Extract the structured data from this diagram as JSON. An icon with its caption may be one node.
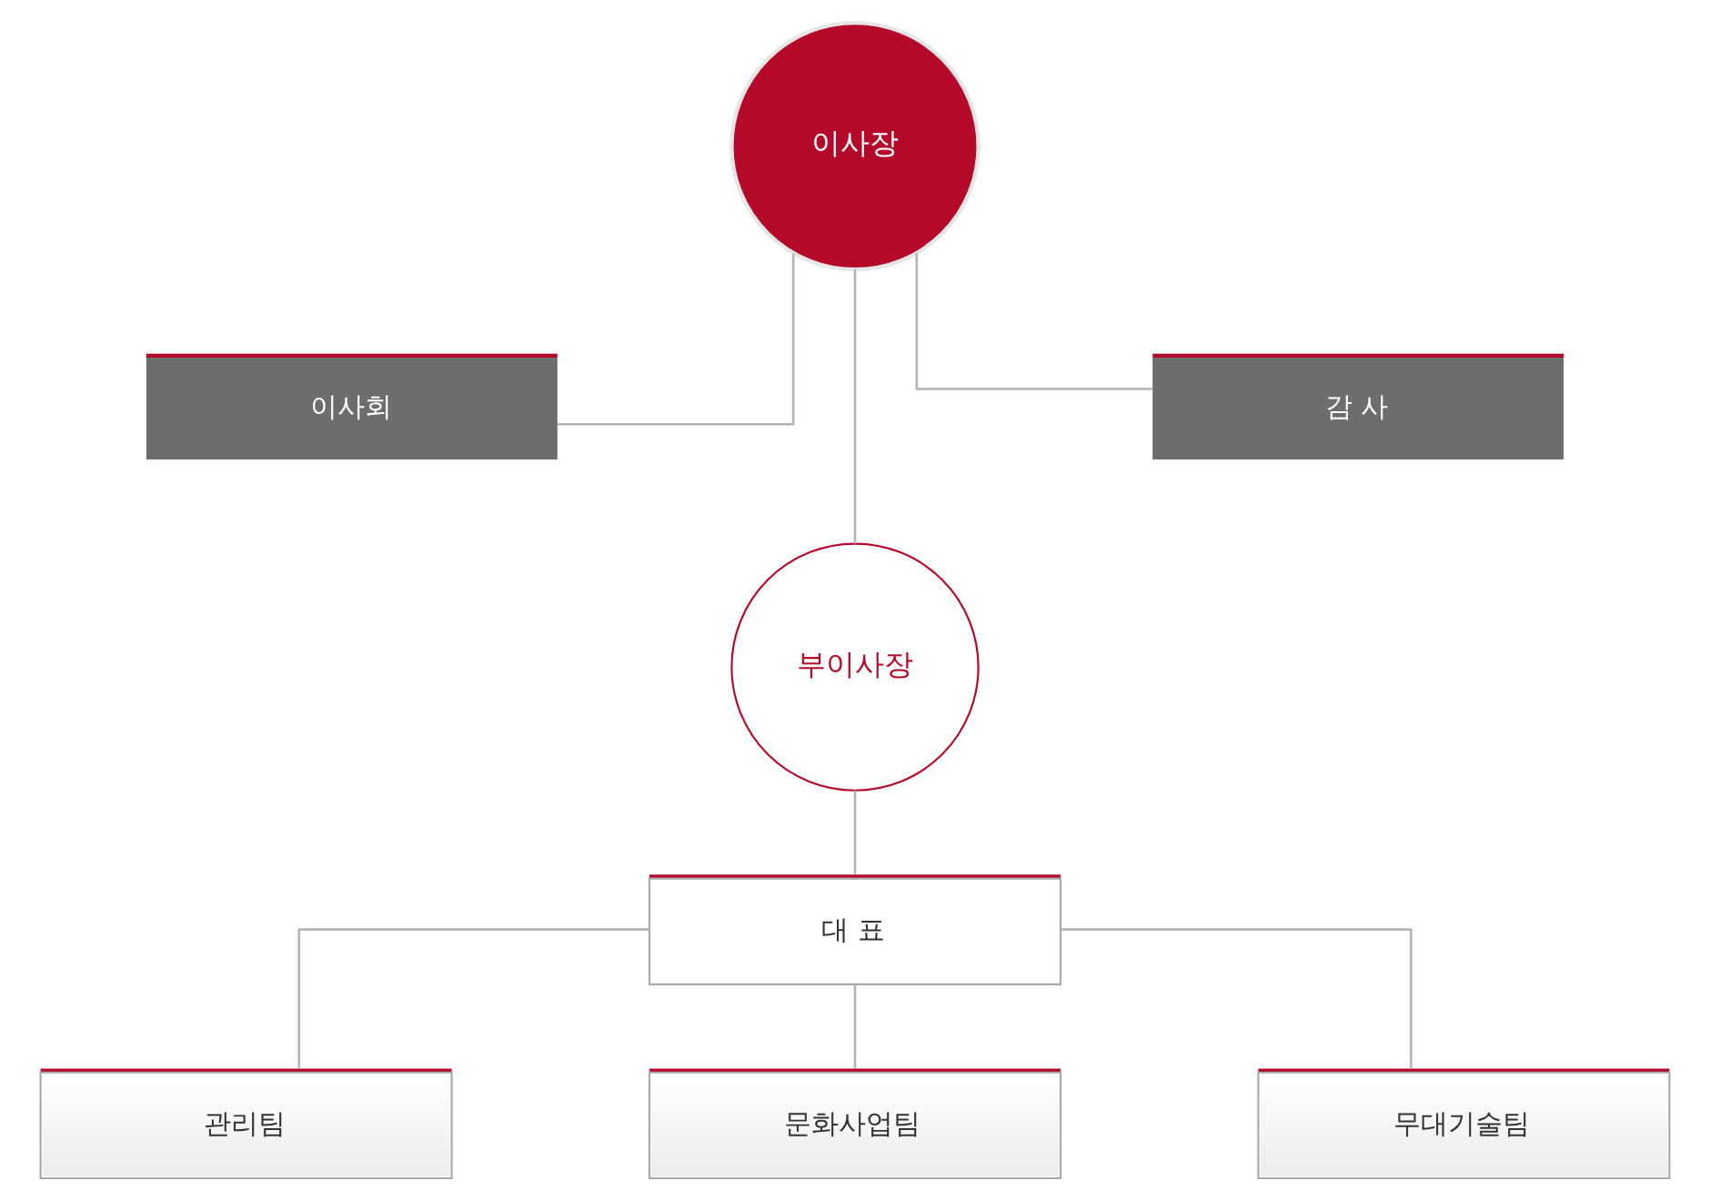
{
  "diagram": {
    "nodes": [
      {
        "text": [
          "이사장"
        ]
      },
      {
        "text": [
          "이사회"
        ]
      },
      {
        "text": [
          "감 사"
        ]
      },
      {
        "text": [
          "부이사장"
        ]
      },
      {
        "text": [
          "대 표"
        ]
      },
      {
        "text": [
          "관리팀"
        ]
      },
      {
        "text": [
          "문화사업팀"
        ]
      },
      {
        "text": [
          "무대기술팀"
        ]
      }
    ],
    "edges": [
      {
        "from": 0,
        "to": 1,
        "arrow": "none"
      },
      {
        "from": 0,
        "to": 3,
        "arrow": "none"
      },
      {
        "from": 0,
        "to": 2,
        "arrow": "none"
      },
      {
        "from": 3,
        "to": 4,
        "arrow": "none"
      },
      {
        "from": 4,
        "to": 5,
        "arrow": "none"
      },
      {
        "from": 4,
        "to": 6,
        "arrow": "none"
      },
      {
        "from": 4,
        "to": 7,
        "arrow": "none"
      }
    ]
  }
}
